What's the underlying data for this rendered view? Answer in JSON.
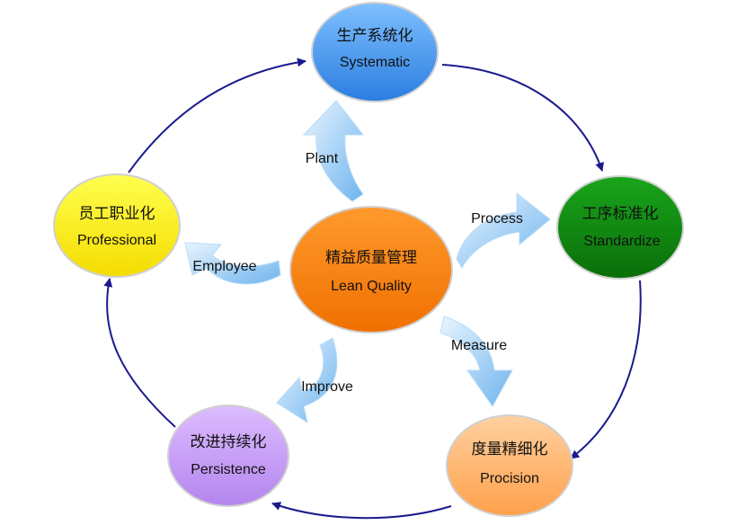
{
  "center": {
    "cn": "精益质量管理",
    "en": "Lean Quality",
    "color": "#ff7f00"
  },
  "nodes": {
    "systematic": {
      "cn": "生产系统化",
      "en": "Systematic",
      "color": "#3d97f5"
    },
    "standardize": {
      "cn": "工序标准化",
      "en": "Standardize",
      "color": "#0f8a0f"
    },
    "procision": {
      "cn": "度量精细化",
      "en": "Procision",
      "color": "#ffb66e"
    },
    "persistence": {
      "cn": "改进持续化",
      "en": "Persistence",
      "color": "#c99cf5"
    },
    "professional": {
      "cn": "员工职业化",
      "en": "Professional",
      "color": "#ffef00"
    }
  },
  "connectors": {
    "plant": "Plant",
    "process": "Process",
    "measure": "Measure",
    "improve": "Improve",
    "employee": "Employee"
  },
  "colors": {
    "cycle_arrow": "#1a1a8c",
    "connector_arrow": "#8cc6f2"
  }
}
